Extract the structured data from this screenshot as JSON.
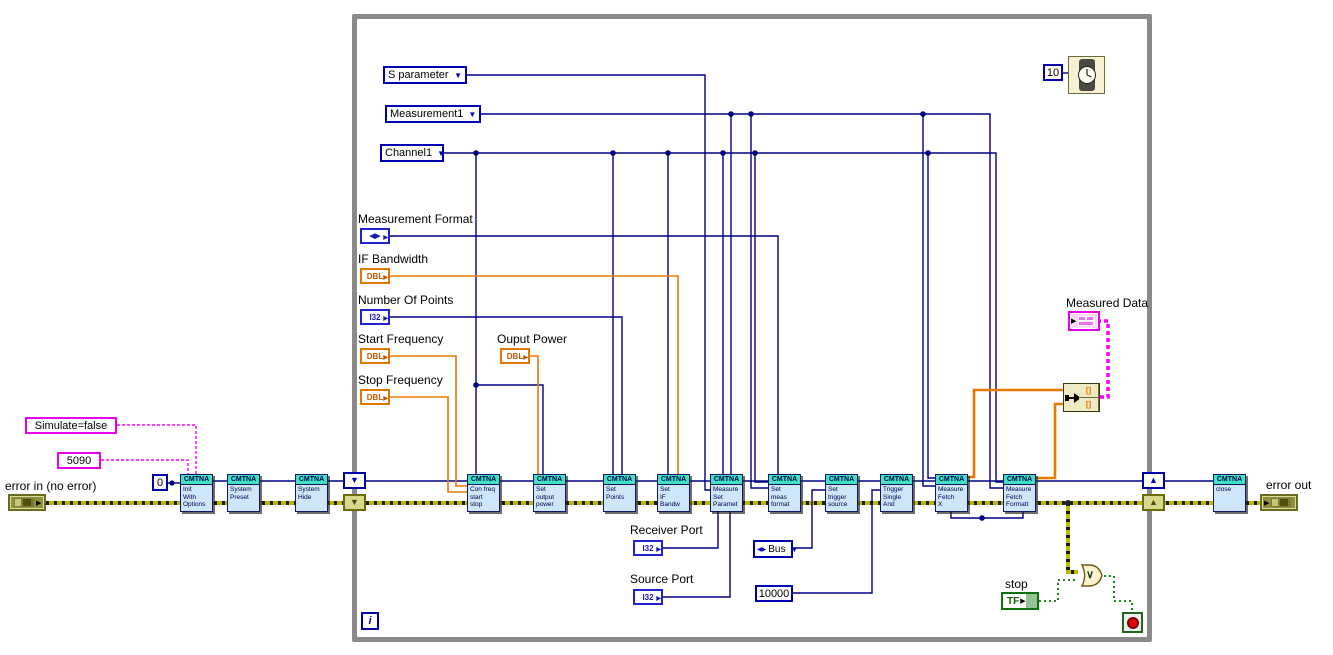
{
  "cmtna": "CMTNA",
  "loop": {
    "iteration_label": "i"
  },
  "wait": {
    "value": "10"
  },
  "left_io": {
    "error_in_label": "error in (no error)",
    "simulate_const": "Simulate=false",
    "port_const": "5090",
    "zero_const": "0"
  },
  "right_io": {
    "error_out_label": "error out",
    "measured_data_label": "Measured Data"
  },
  "combos": {
    "s_parameter": "S parameter",
    "measurement": "Measurement1",
    "channel": "Channel1",
    "bus": "Bus"
  },
  "controls": {
    "measurement_format": "Measurement Format",
    "if_bandwidth": "IF Bandwidth",
    "number_of_points": "Number Of Points",
    "start_frequency": "Start Frequency",
    "stop_frequency": "Stop Frequency",
    "output_power": "Ouput Power",
    "receiver_port": "Receiver Port",
    "source_port": "Source Port",
    "stop": "stop",
    "tf": "TF",
    "dbl": "DBL",
    "i32": "I32",
    "enum_glyph": "◀▶"
  },
  "constants": {
    "trigger_timeout": "10000"
  },
  "misc": {
    "or_glyph": "∨",
    "bundle_cell_glyph": "[]"
  },
  "blocks": [
    {
      "name": "init-with-options",
      "lines": [
        "Init",
        "With",
        "Options"
      ]
    },
    {
      "name": "system-preset",
      "lines": [
        "System",
        "Preset"
      ]
    },
    {
      "name": "system-hide",
      "lines": [
        "System",
        "Hide"
      ]
    },
    {
      "name": "configure-freq-start-stop",
      "lines": [
        "Con freq",
        "start",
        "stop"
      ]
    },
    {
      "name": "set-output-power",
      "lines": [
        "Set",
        "output",
        "power"
      ]
    },
    {
      "name": "set-points",
      "lines": [
        "Set",
        "Points"
      ]
    },
    {
      "name": "set-if-bandwidth",
      "lines": [
        "Set",
        "IF",
        "Bandw"
      ]
    },
    {
      "name": "measure-set-parameters",
      "lines": [
        "Measure",
        "Set",
        "Paramet"
      ]
    },
    {
      "name": "set-meas-format",
      "lines": [
        "Set",
        "meas",
        "format"
      ]
    },
    {
      "name": "set-trigger-source",
      "lines": [
        "Set",
        "trigger",
        "source"
      ]
    },
    {
      "name": "trigger-single-and-wait",
      "lines": [
        "Trigger",
        "Single",
        "And"
      ]
    },
    {
      "name": "measure-fetch-x",
      "lines": [
        "Measure",
        "Fetch",
        "X"
      ]
    },
    {
      "name": "measure-fetch-formatted",
      "lines": [
        "Measure",
        "Fetch",
        "Formatt"
      ]
    },
    {
      "name": "close",
      "lines": [
        "close"
      ]
    }
  ],
  "colors": {
    "block_header": "#3FE2C2",
    "block_body": "#CDE6FA",
    "wire_handle": "#000082",
    "wire_dbl": "#E87800",
    "wire_error": "#B9B900",
    "wire_boolean": "#007800",
    "wire_string_pink": "#FF00FF",
    "loop_border": "#8A8A8A",
    "numeric_border": "#0000B0",
    "string_border": "#E800E8",
    "boolean_border": "#107010",
    "stop_red": "#E00000"
  }
}
